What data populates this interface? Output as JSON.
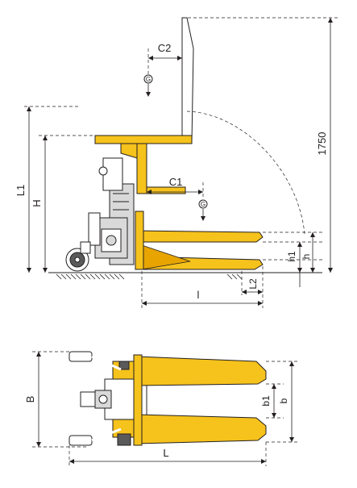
{
  "side_view": {
    "labels": {
      "height_1750": "1750",
      "C2": "C2",
      "G_top": "G",
      "C1": "C1",
      "G_mid": "G",
      "L1": "L1",
      "H": "H",
      "h1": "h1",
      "h": "h",
      "l": "l",
      "L2": "L2"
    }
  },
  "top_view": {
    "labels": {
      "B": "B",
      "b1": "b1",
      "b": "b",
      "L": "L"
    }
  },
  "colors": {
    "body": "#f6c21c",
    "line": "#231f20",
    "chassis": "#d9d9d9"
  }
}
